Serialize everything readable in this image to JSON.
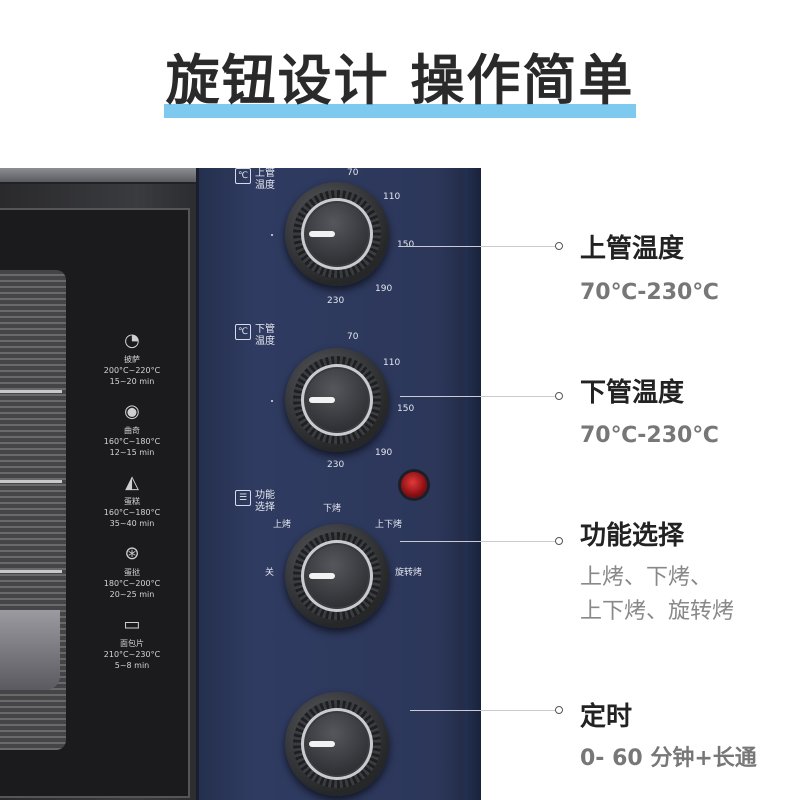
{
  "title": "旋钮设计 操作简单",
  "oven": {
    "guide": [
      {
        "name": "披萨",
        "temp": "200°C~220°C",
        "time": "15~20 min",
        "icon": "pizza-icon"
      },
      {
        "name": "曲奇",
        "temp": "160°C~180°C",
        "time": "12~15 min",
        "icon": "cookie-icon"
      },
      {
        "name": "蛋糕",
        "temp": "160°C~180°C",
        "time": "35~40 min",
        "icon": "cake-icon"
      },
      {
        "name": "蛋挞",
        "temp": "180°C~200°C",
        "time": "20~25 min",
        "icon": "egg-tart-icon"
      },
      {
        "name": "面包片",
        "temp": "210°C~230°C",
        "time": "5~8 min",
        "icon": "bread-icon"
      }
    ],
    "knob1": {
      "box": "℃",
      "label1": "上管",
      "label2": "温度",
      "marks": [
        "70",
        "110",
        "150",
        "190",
        "230"
      ]
    },
    "knob2": {
      "box": "℃",
      "label1": "下管",
      "label2": "温度",
      "marks": [
        "70",
        "110",
        "150",
        "190",
        "230"
      ]
    },
    "knob3": {
      "box": "☰",
      "label1": "功能",
      "label2": "选择",
      "marks": [
        "下烤",
        "上烤",
        "上下烤",
        "关",
        "旋转烤"
      ]
    }
  },
  "callouts": [
    {
      "title": "上管温度",
      "desc": [
        "70℃-230℃"
      ]
    },
    {
      "title": "下管温度",
      "desc": [
        "70℃-230℃"
      ]
    },
    {
      "title": "功能选择",
      "desc": [
        "上烤、下烤、",
        "上下烤、旋转烤"
      ]
    },
    {
      "title": "定时",
      "desc": [
        "0- 60 分钟+长通"
      ]
    }
  ]
}
